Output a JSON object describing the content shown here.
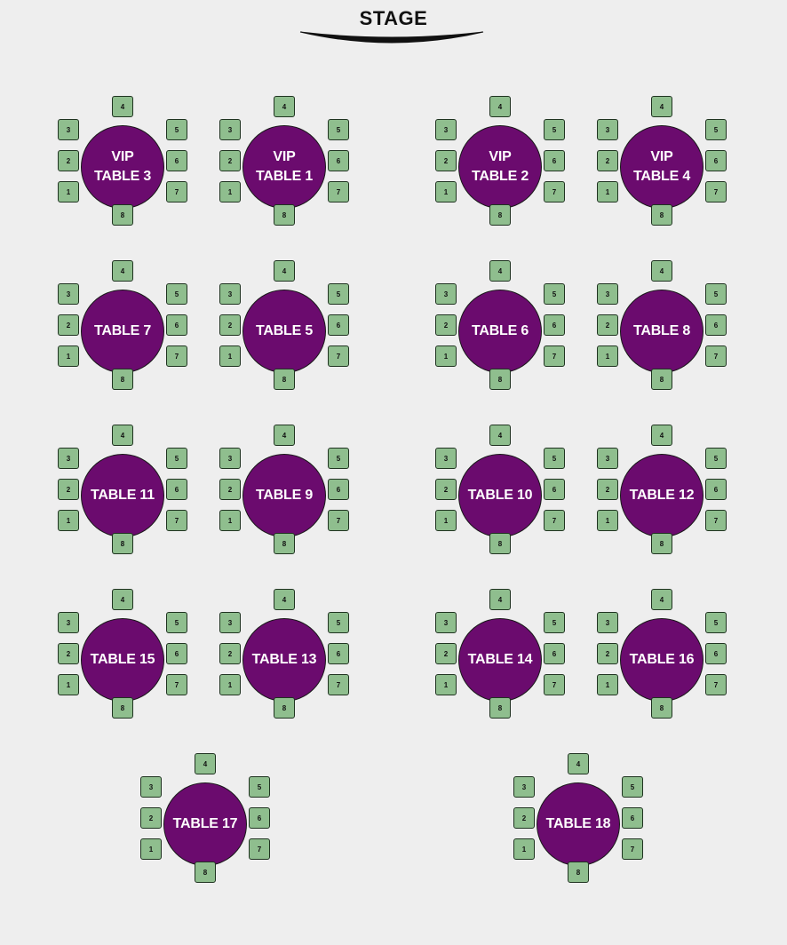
{
  "stage": {
    "label": "STAGE"
  },
  "colors": {
    "background": "#eeeeee",
    "table": "#6b0b6e",
    "seat": "#8fbe8e",
    "label_text": "#ffffff"
  },
  "tables": [
    {
      "id": "vip-table-3",
      "label": "VIP\nTABLE 3",
      "seats": [
        "1",
        "2",
        "3",
        "4",
        "5",
        "6",
        "7",
        "8"
      ]
    },
    {
      "id": "vip-table-1",
      "label": "VIP\nTABLE 1",
      "seats": [
        "1",
        "2",
        "3",
        "4",
        "5",
        "6",
        "7",
        "8"
      ]
    },
    {
      "id": "vip-table-2",
      "label": "VIP\nTABLE 2",
      "seats": [
        "1",
        "2",
        "3",
        "4",
        "5",
        "6",
        "7",
        "8"
      ]
    },
    {
      "id": "vip-table-4",
      "label": "VIP\nTABLE 4",
      "seats": [
        "1",
        "2",
        "3",
        "4",
        "5",
        "6",
        "7",
        "8"
      ]
    },
    {
      "id": "table-7",
      "label": "TABLE 7",
      "seats": [
        "1",
        "2",
        "3",
        "4",
        "5",
        "6",
        "7",
        "8"
      ]
    },
    {
      "id": "table-5",
      "label": "TABLE 5",
      "seats": [
        "1",
        "2",
        "3",
        "4",
        "5",
        "6",
        "7",
        "8"
      ]
    },
    {
      "id": "table-6",
      "label": "TABLE 6",
      "seats": [
        "1",
        "2",
        "3",
        "4",
        "5",
        "6",
        "7",
        "8"
      ]
    },
    {
      "id": "table-8",
      "label": "TABLE 8",
      "seats": [
        "1",
        "2",
        "3",
        "4",
        "5",
        "6",
        "7",
        "8"
      ]
    },
    {
      "id": "table-11",
      "label": "TABLE 11",
      "seats": [
        "1",
        "2",
        "3",
        "4",
        "5",
        "6",
        "7",
        "8"
      ]
    },
    {
      "id": "table-9",
      "label": "TABLE 9",
      "seats": [
        "1",
        "2",
        "3",
        "4",
        "5",
        "6",
        "7",
        "8"
      ]
    },
    {
      "id": "table-10",
      "label": "TABLE 10",
      "seats": [
        "1",
        "2",
        "3",
        "4",
        "5",
        "6",
        "7",
        "8"
      ]
    },
    {
      "id": "table-12",
      "label": "TABLE 12",
      "seats": [
        "1",
        "2",
        "3",
        "4",
        "5",
        "6",
        "7",
        "8"
      ]
    },
    {
      "id": "table-15",
      "label": "TABLE 15",
      "seats": [
        "1",
        "2",
        "3",
        "4",
        "5",
        "6",
        "7",
        "8"
      ]
    },
    {
      "id": "table-13",
      "label": "TABLE 13",
      "seats": [
        "1",
        "2",
        "3",
        "4",
        "5",
        "6",
        "7",
        "8"
      ]
    },
    {
      "id": "table-14",
      "label": "TABLE 14",
      "seats": [
        "1",
        "2",
        "3",
        "4",
        "5",
        "6",
        "7",
        "8"
      ]
    },
    {
      "id": "table-16",
      "label": "TABLE 16",
      "seats": [
        "1",
        "2",
        "3",
        "4",
        "5",
        "6",
        "7",
        "8"
      ]
    },
    {
      "id": "table-17",
      "label": "TABLE 17",
      "seats": [
        "1",
        "2",
        "3",
        "4",
        "5",
        "6",
        "7",
        "8"
      ]
    },
    {
      "id": "table-18",
      "label": "TABLE 18",
      "seats": [
        "1",
        "2",
        "3",
        "4",
        "5",
        "6",
        "7",
        "8"
      ]
    }
  ]
}
